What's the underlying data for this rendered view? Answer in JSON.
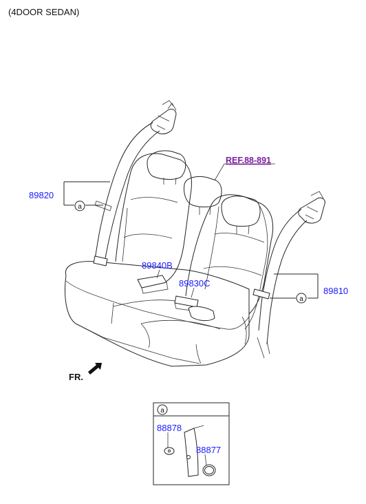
{
  "header": {
    "title": "(4DOOR SEDAN)"
  },
  "ref_label": "REF.88-891",
  "parts": {
    "rear_belt_left": "89820",
    "rear_belt_right": "89810",
    "buckle_left": "89840B",
    "buckle_center": "89830C",
    "anchor_cover": "88878",
    "cap": "88877"
  },
  "callouts": {
    "detail_marker": "a"
  },
  "direction": {
    "label": "FR."
  },
  "colors": {
    "part_number": "#1a1aff",
    "reference": "#7a1fa2",
    "line": "#222222"
  }
}
